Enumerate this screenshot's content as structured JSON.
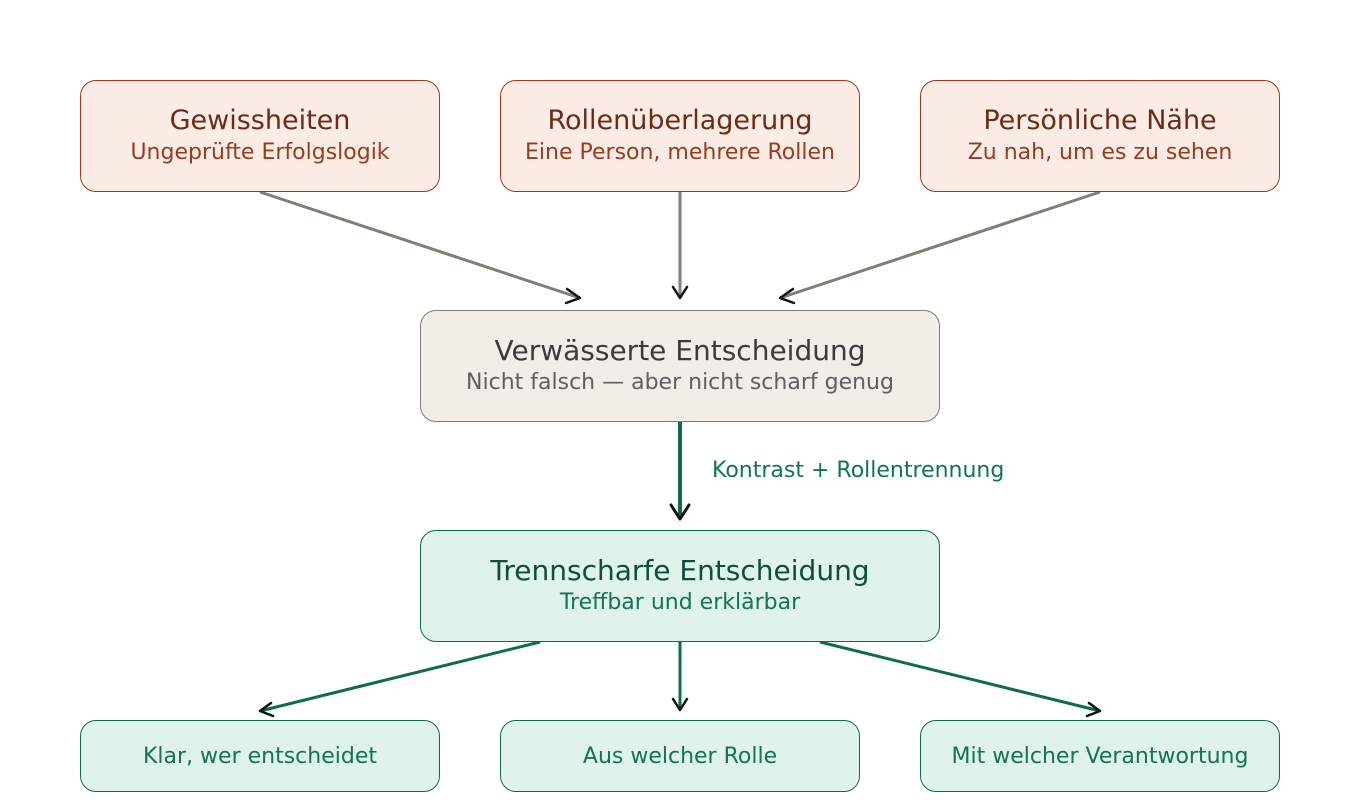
{
  "diagram": {
    "causes": [
      {
        "title": "Gewissheiten",
        "subtitle": "Ungeprüfte Erfolgslogik"
      },
      {
        "title": "Rollenüberlagerung",
        "subtitle": "Eine Person, mehrere Rollen"
      },
      {
        "title": "Persönliche Nähe",
        "subtitle": "Zu nah, um es zu sehen"
      }
    ],
    "middle": {
      "title": "Verwässerte Entscheidung",
      "subtitle": "Nicht falsch — aber nicht scharf genug"
    },
    "transition_label": "Kontrast + Rollentrennung",
    "result": {
      "title": "Trennscharfe Entscheidung",
      "subtitle": "Treffbar und erklärbar"
    },
    "outcomes": [
      {
        "label": "Klar, wer entscheidet"
      },
      {
        "label": "Aus welcher Rolle"
      },
      {
        "label": "Mit welcher Verantwortung"
      }
    ]
  },
  "colors": {
    "cause_fill": "#fbece6",
    "cause_border": "#9c3a1c",
    "neutral_fill": "#f1eee7",
    "neutral_arrow": "#7f7e76",
    "good_fill": "#dff3ea",
    "good_border": "#0f6b50"
  }
}
